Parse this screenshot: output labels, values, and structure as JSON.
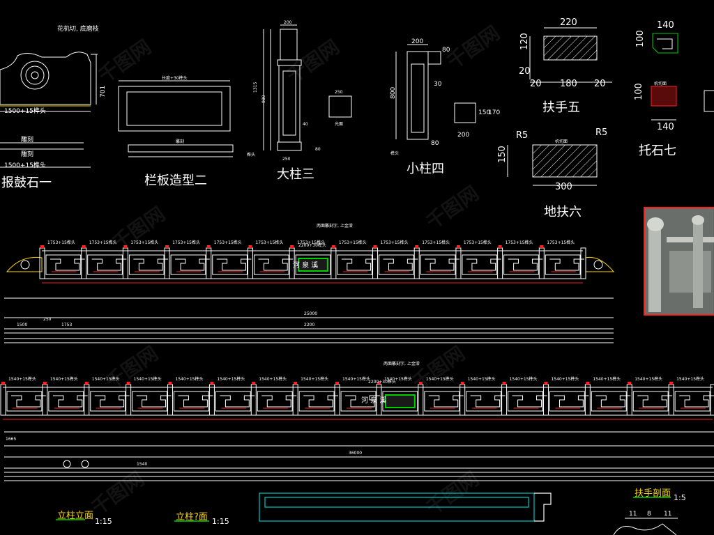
{
  "colors": {
    "background": "#000000",
    "lines": "#ffffff",
    "accent_red": "#ff2020",
    "cyan": "#00c8c8",
    "yellow": "#ffd700",
    "green": "#00d000"
  },
  "titles": {
    "drum_stone": "报鼓石一",
    "panel": "栏板造型二",
    "big_post": "大柱三",
    "small_post": "小柱四",
    "handrail5": "扶手五",
    "ground6": "地扶六",
    "support7": "托石七",
    "post_elev": "立柱立面",
    "post_plan": "立柱?面",
    "handrail_section": "扶手剖面"
  },
  "scales": {
    "s1": "1:15",
    "s2": "1:15",
    "s3": "1:5"
  },
  "notes": {
    "flower": "花机切, 底磨枝",
    "panel_length": "长度+30榫头",
    "gilt_text": "两面雕刻字, 上金漆",
    "gilt_text2": "两面雕刻字, 上金漆",
    "plaque": "河 泉 溪",
    "plaque2": "河 泉 溪",
    "joint": "榫头",
    "machine_cut": "机切面",
    "light": "光面",
    "carve": "雕刻"
  },
  "dims": {
    "drum_width": "1500+15榫头",
    "drum_width2": "1500+15榫头",
    "drum_h": "701",
    "post_top": "200",
    "post_h1": "1315",
    "post_h2": "980",
    "post_sq": "250",
    "post_bot": "250",
    "post_40": "40",
    "post_80": "80",
    "small_top": "200",
    "small_h": "800",
    "small_80": "80",
    "small_30": "30",
    "small_sec_w": "200",
    "small_sec_h1": "150",
    "small_sec_h2": "170",
    "h5_top": "220",
    "h5_left": "120",
    "h5_a": "20",
    "h5_b": "20",
    "h5_mid": "180",
    "h5_c": "20",
    "h5_d": "20",
    "g6_r1": "R5",
    "g6_r2": "R5",
    "g6_h": "150",
    "g6_w": "300",
    "s7_top": "140",
    "s7_side": "100",
    "s7_side2": "100",
    "s7_bot": "140",
    "total1": "25000",
    "total2": "36000",
    "seg": "1753+15榫头",
    "seg2": "1540+15榫头",
    "center": "2200+30榫头",
    "d1500": "1500",
    "d1753": "1753",
    "d2200": "2200",
    "d250": "250",
    "d1665": "1665",
    "d1540": "1540",
    "hs_11": "11",
    "hs_8": "8",
    "hs_11b": "11"
  }
}
